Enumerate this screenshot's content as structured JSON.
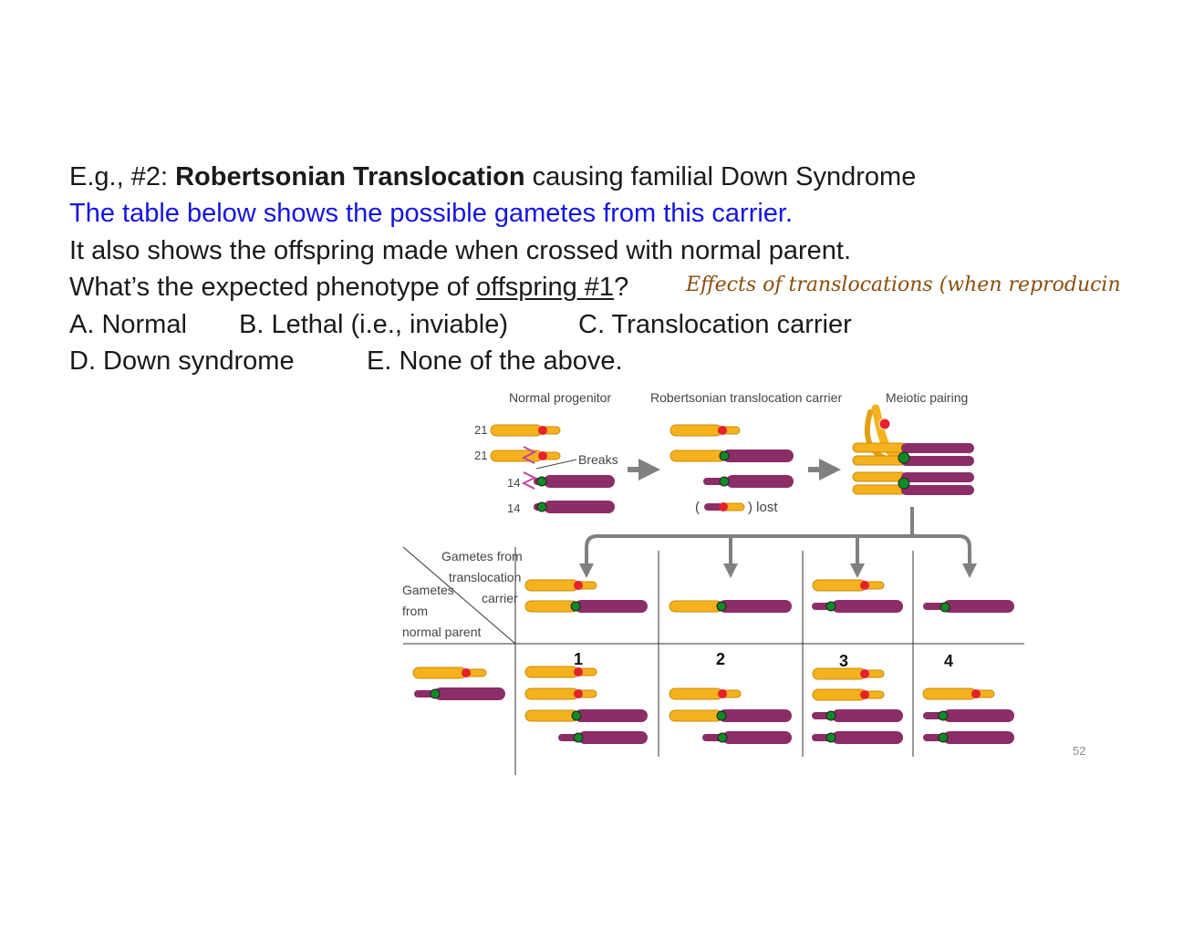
{
  "slide": {
    "line1": {
      "prefix": "E.g., #2: ",
      "bold": "Robertsonian Translocation",
      "suffix": " causing familial Down Syndrome"
    },
    "line2": "The table below shows the possible gametes from this carrier.",
    "line3": "It also shows the offspring made when crossed with normal parent.",
    "line4": {
      "prefix": "What’s the expected phenotype of ",
      "underlined": "offspring #1",
      "suffix": "?"
    },
    "annotation": "Effects of translocations (when reproducin",
    "options": {
      "a": "A. Normal",
      "b": "B. Lethal (i.e., inviable)",
      "c": "C. Translocation carrier",
      "d": "D. Down syndrome",
      "e": "E. None of the above."
    },
    "page_number": "52"
  },
  "figure": {
    "headers": {
      "normal": "Normal progenitor",
      "carrier": "Robertsonian translocation carrier",
      "meiotic": "Meiotic pairing"
    },
    "chrom_labels": {
      "c21a": "21",
      "c21b": "21",
      "c14a": "14",
      "c14b": "14"
    },
    "breaks": "Breaks",
    "lost": {
      "open": "(",
      "close": ") lost"
    },
    "table": {
      "gametes_from": "Gametes from",
      "translocation": "translocation",
      "carrier": "carrier",
      "gametes": "Gametes",
      "from": "from",
      "normal_parent": "normal parent"
    },
    "offspring_numbers": [
      "1",
      "2",
      "3",
      "4"
    ],
    "colors": {
      "chr21": "#f5b21c",
      "chr14": "#8b2d67",
      "centromere21": "#e8202a",
      "centromere14": "#0f8a25",
      "arrow": "#808080"
    }
  }
}
